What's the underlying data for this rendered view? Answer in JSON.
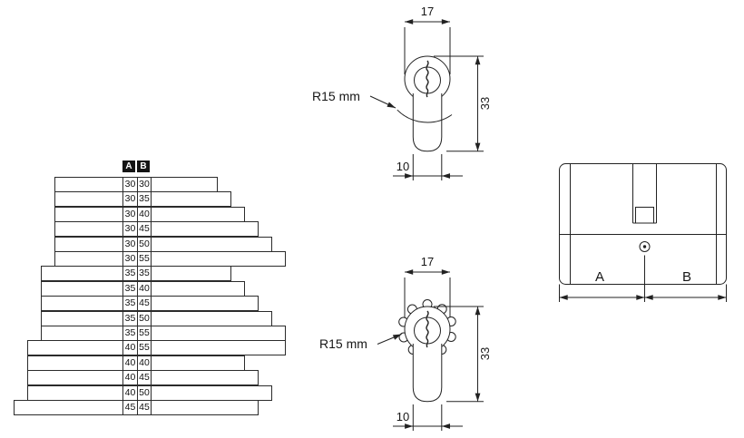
{
  "drawing": {
    "background": "#ffffff",
    "line_color": "#222222"
  },
  "size_table": {
    "header": {
      "a": "A",
      "b": "B"
    },
    "rows": [
      {
        "a": 30,
        "b": 30
      },
      {
        "a": 30,
        "b": 35
      },
      {
        "a": 30,
        "b": 40
      },
      {
        "a": 30,
        "b": 45
      },
      {
        "a": 30,
        "b": 50
      },
      {
        "a": 30,
        "b": 55
      },
      {
        "a": 35,
        "b": 35
      },
      {
        "a": 35,
        "b": 40
      },
      {
        "a": 35,
        "b": 45
      },
      {
        "a": 35,
        "b": 50
      },
      {
        "a": 35,
        "b": 55
      },
      {
        "a": 40,
        "b": 55
      },
      {
        "a": 40,
        "b": 40
      },
      {
        "a": 40,
        "b": 45
      },
      {
        "a": 40,
        "b": 50
      },
      {
        "a": 45,
        "b": 45
      }
    ]
  },
  "front_view_key_side": {
    "width_dim": "17",
    "height_dim": "33",
    "base_dim": "10",
    "radius_note": "R15 mm"
  },
  "front_view_knob_side": {
    "width_dim": "17",
    "height_dim": "33",
    "base_dim": "10",
    "radius_note": "R15 mm"
  },
  "side_view": {
    "dim_a": "A",
    "dim_b": "B"
  }
}
